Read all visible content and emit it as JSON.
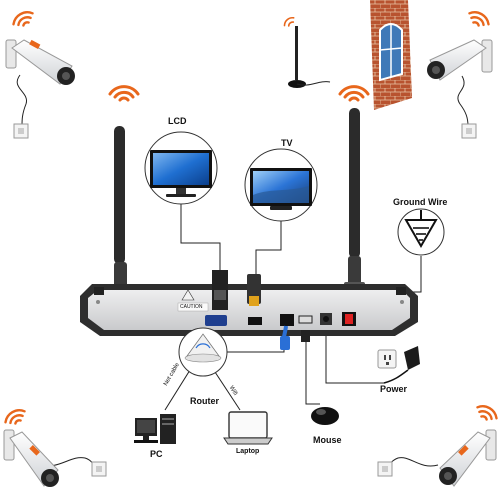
{
  "labels": {
    "lcd": "LCD",
    "tv": "TV",
    "ground_wire": "Ground Wire",
    "power": "Power",
    "router": "Router",
    "pc": "PC",
    "laptop": "Laptop",
    "mouse": "Mouse",
    "net_cable": "Net cable",
    "wifi": "Wifi",
    "caution": "CAUTION"
  },
  "colors": {
    "wifi_signal": "#e8671c",
    "antenna": "#2b2b2b",
    "nvr_body": "#2e2e2e",
    "nvr_panel": "#d9dadc",
    "vga_port": "#1f3f8f",
    "ethernet_cable": "#2a6fd6",
    "hdmi_connector": "#e0a21c",
    "brick_wall": "#b8532f",
    "window": "#3f79b8",
    "tv_screen": "#2b74d6",
    "lcd_screen": "#1f6fd1",
    "camera_body": "#f4f4f4"
  },
  "icons": [
    "wifi-signal-icon",
    "antenna-icon",
    "security-camera-icon",
    "lcd-monitor-icon",
    "tv-icon",
    "ground-wire-icon",
    "power-outlet-icon",
    "power-adapter-icon",
    "router-icon",
    "pc-tower-icon",
    "laptop-icon",
    "mouse-icon",
    "brick-wall-icon",
    "wall-socket-icon"
  ]
}
